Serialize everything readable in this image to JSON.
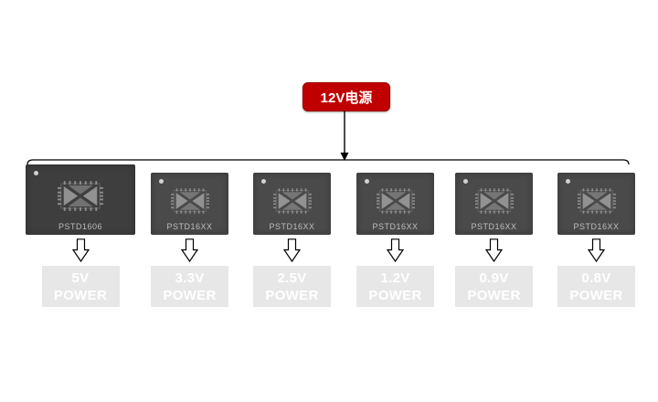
{
  "source": {
    "label": "12V电源"
  },
  "chips": [
    {
      "chip": "PSTD1606",
      "voltage": "5V",
      "power": "POWER",
      "highlight": true
    },
    {
      "chip": "PSTD16XX",
      "voltage": "3.3V",
      "power": "POWER",
      "highlight": false
    },
    {
      "chip": "PSTD16XX",
      "voltage": "2.5V",
      "power": "POWER",
      "highlight": false
    },
    {
      "chip": "PSTD16XX",
      "voltage": "1.2V",
      "power": "POWER",
      "highlight": false
    },
    {
      "chip": "PSTD16XX",
      "voltage": "0.9V",
      "power": "POWER",
      "highlight": false
    },
    {
      "chip": "PSTD16XX",
      "voltage": "0.8V",
      "power": "POWER",
      "highlight": false
    }
  ],
  "colors": {
    "source_bg": "#c00000",
    "source_text": "#ffffff",
    "chip_dark": "#3e3e3e",
    "chip_mid": "#4a4a4a",
    "power_box_bg": "#e7e7e7",
    "power_box_text": "#ffffff",
    "line": "#000000"
  }
}
